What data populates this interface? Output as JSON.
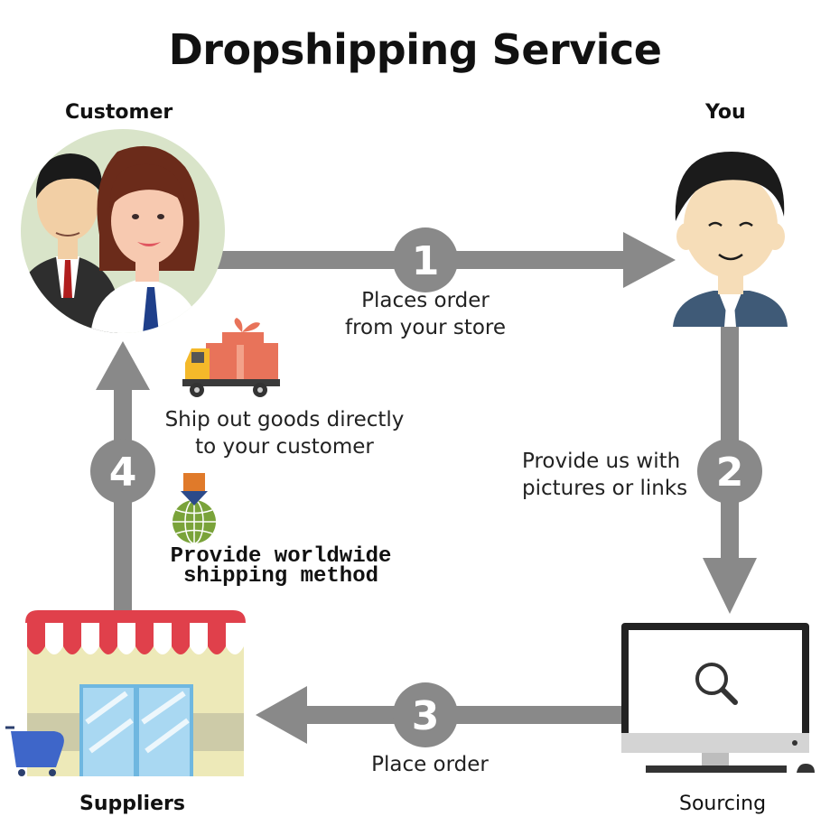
{
  "title": "Dropshipping Service",
  "nodes": {
    "customer": "Customer",
    "you": "You",
    "suppliers": "Suppliers",
    "sourcing": "Sourcing"
  },
  "steps": [
    {
      "number": "1",
      "line1": "Places order",
      "line2": "from your store"
    },
    {
      "number": "2",
      "line1": "Provide us with",
      "line2": "pictures or links"
    },
    {
      "number": "3",
      "line1": "Place order",
      "line2": ""
    },
    {
      "number": "4",
      "line1": "Ship out goods directly",
      "line2": "to your customer"
    }
  ],
  "notes": {
    "shipping_line1": "Provide worldwide",
    "shipping_line2": "shipping method"
  },
  "icons": {
    "customer": "customer-couple-icon",
    "you": "user-avatar-icon",
    "suppliers": "storefront-icon",
    "sourcing": "monitor-search-icon",
    "truck": "delivery-truck-icon",
    "globe": "globe-icon"
  },
  "colors": {
    "arrow": "#898989",
    "step_circle": "#898989",
    "awning_red": "#e0404b",
    "skin": "#f6ddb8"
  }
}
